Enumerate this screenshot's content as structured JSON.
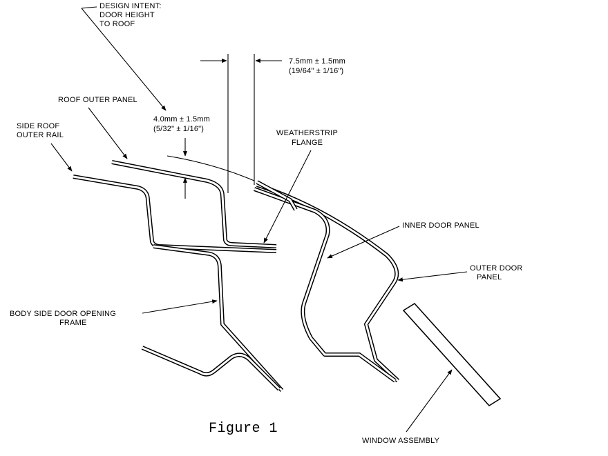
{
  "labels": {
    "design_intent": [
      "DESIGN INTENT:",
      "DOOR HEIGHT",
      "TO ROOF"
    ],
    "dim_right": [
      "7.5mm ± 1.5mm",
      "(19/64\" ± 1/16\")"
    ],
    "roof_outer_panel": [
      "ROOF OUTER PANEL"
    ],
    "dim_left": [
      "4.0mm ± 1.5mm",
      "(5/32\" ± 1/16\")"
    ],
    "side_roof_outer_rail": [
      "SIDE ROOF",
      "OUTER RAIL"
    ],
    "weatherstrip_flange": [
      "WEATHERSTRIP",
      "FLANGE"
    ],
    "inner_door_panel": [
      "INNER DOOR PANEL"
    ],
    "outer_door_panel": [
      "OUTER DOOR",
      "PANEL"
    ],
    "body_side_frame": [
      "BODY SIDE DOOR OPENING",
      "FRAME"
    ],
    "window_assembly": [
      "WINDOW ASSEMBLY"
    ]
  },
  "caption": "Figure 1"
}
